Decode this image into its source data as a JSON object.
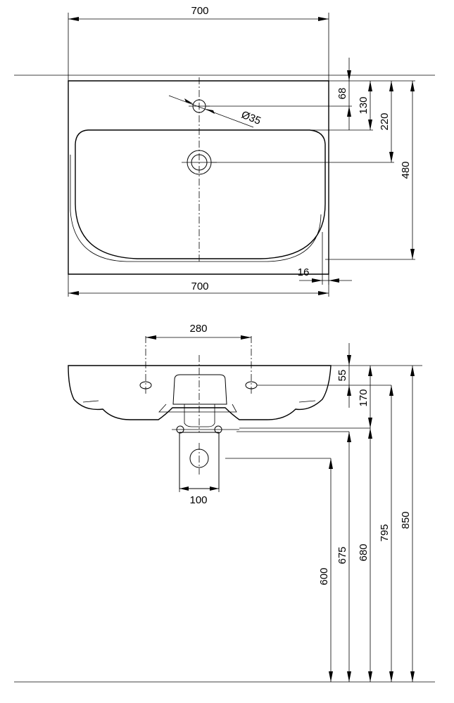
{
  "top_view": {
    "width_top": "700",
    "width_bottom": "700",
    "hole_offset": "68",
    "overflow_offset": "130",
    "drain_offset": "220",
    "depth": "480",
    "hole_diameter": "Ø35",
    "side_offset": "16"
  },
  "front_view": {
    "fixing_spacing": "280",
    "fixing_height": "55",
    "bowl_height": "170",
    "waste_width": "100",
    "height_600": "600",
    "height_675": "675",
    "height_680": "680",
    "height_795": "795",
    "height_850": "850"
  }
}
